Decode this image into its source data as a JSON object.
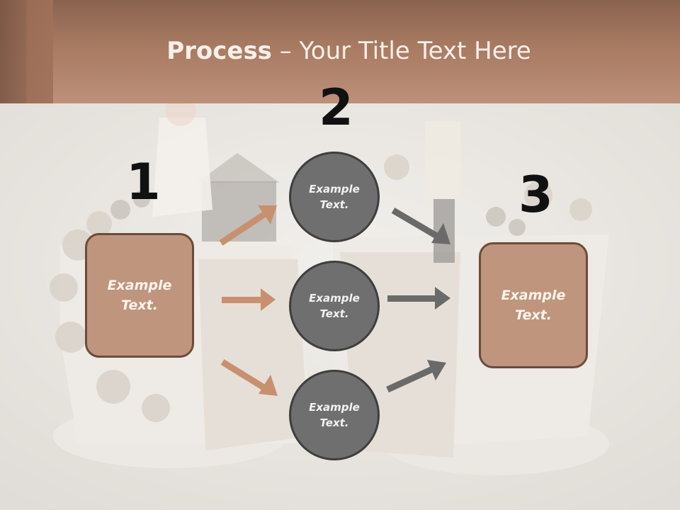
{
  "slide": {
    "title_bold": "Process",
    "title_rest": " – Your Title Text Here",
    "step_numbers": [
      "1",
      "2",
      "3"
    ],
    "left_box": "Example Text.",
    "circles": [
      "Example Text.",
      "Example Text.",
      "Example Text."
    ],
    "right_box": "Example Text."
  },
  "colors": {
    "header": "#b48670",
    "box_fill": "#c0957d",
    "box_border": "#6b4c3c",
    "circle_fill": "#6f6f6f",
    "circle_border": "#3e3e3e",
    "arrow_left": "#c8906f",
    "arrow_right": "#6a6a6a"
  }
}
